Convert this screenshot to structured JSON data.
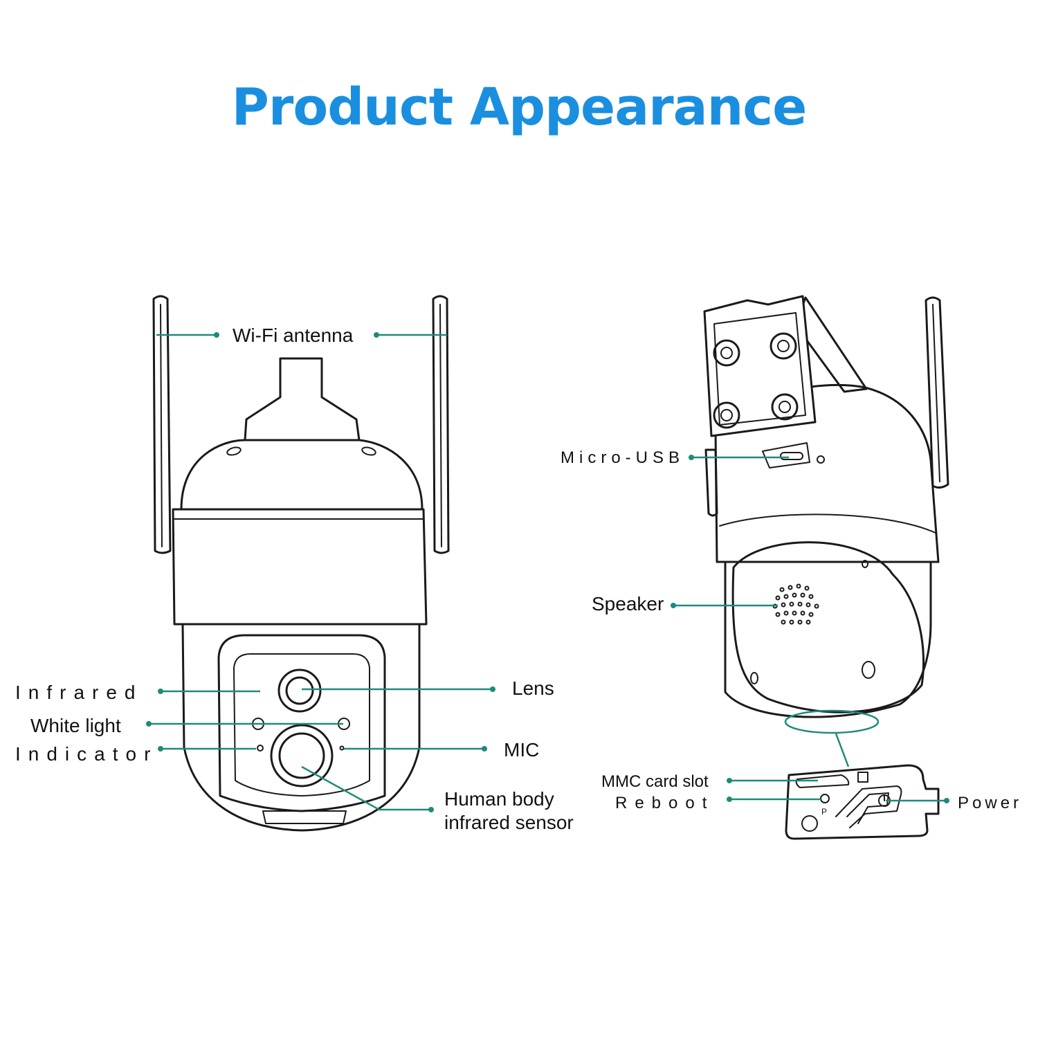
{
  "title": "Product Appearance",
  "colors": {
    "title": "#1a8fe0",
    "leader": "#1f8a7a"
  },
  "front_view": {
    "labels": {
      "wifi_antenna": "Wi-Fi antenna",
      "infrared": "Infrared",
      "white_light": "White light",
      "indicator": "Indicator",
      "lens": "Lens",
      "mic": "MIC",
      "human_body_line1": "Human body",
      "human_body_line2": "infrared sensor"
    }
  },
  "back_view": {
    "labels": {
      "micro_usb": "Micro-USB",
      "speaker": "Speaker",
      "mmc_card_slot": "MMC card slot",
      "reboot": "Reboot",
      "power": "Power"
    },
    "panel_marks": {
      "reboot_mark": "P"
    }
  }
}
